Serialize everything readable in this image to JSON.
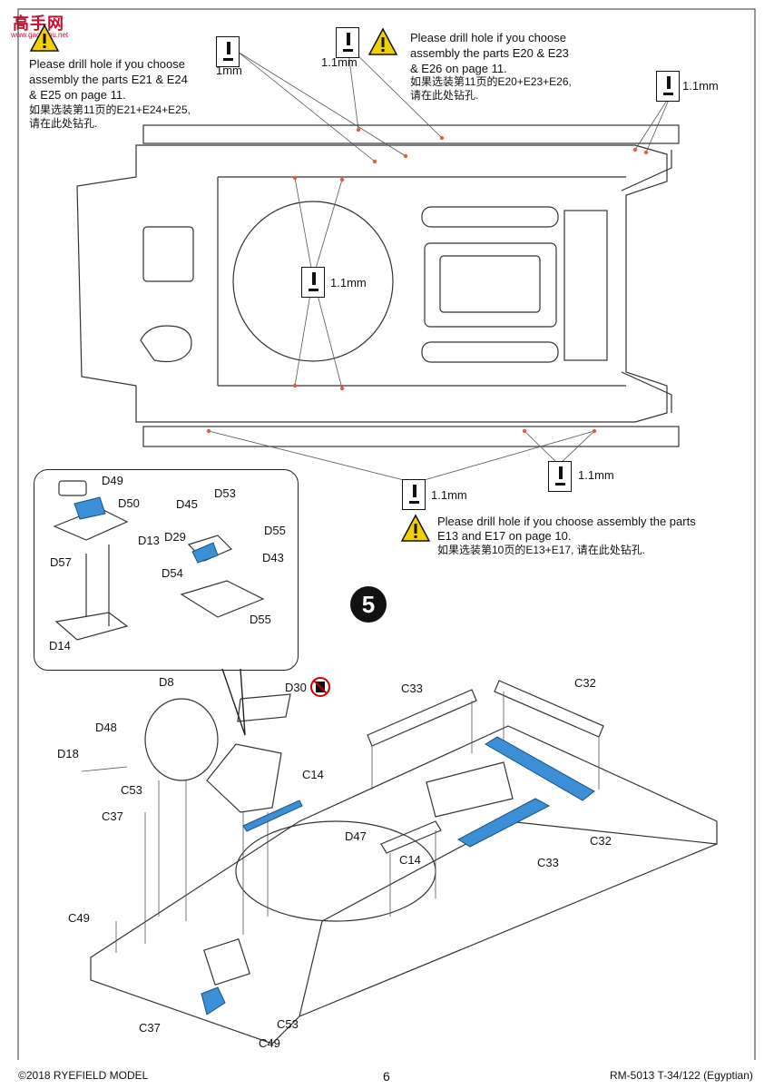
{
  "watermark": {
    "brand": "高手网",
    "url": "www.gaoshou.net"
  },
  "notes": {
    "left_en_1": "Please drill hole if you choose",
    "left_en_2": "assembly the parts E21 & E24",
    "left_en_3": "& E25 on page 11.",
    "left_cn_1": "如果选装第11页的E21+E24+E25,",
    "left_cn_2": "请在此处钻孔.",
    "right_en_1": "Please drill hole if you choose",
    "right_en_2": "assembly the parts E20 & E23",
    "right_en_3": "& E26 on page 11.",
    "right_cn_1": "如果选装第11页的E20+E23+E26,",
    "right_cn_2": "请在此处钻孔.",
    "bottom_en_1": "Please drill hole if you choose assembly the parts",
    "bottom_en_2": "E13 and E17 on page 10.",
    "bottom_cn": "如果选装第10页的E13+E17, 请在此处钻孔."
  },
  "drill_sizes": {
    "d1": "1mm",
    "d2": "1.1mm",
    "d3": "1.1mm",
    "d4": "1.1mm",
    "d5": "1.1mm",
    "d6": "1.1mm"
  },
  "step": "5",
  "parts": {
    "D49": "D49",
    "D50": "D50",
    "D13": "D13",
    "D57": "D57",
    "D14": "D14",
    "D53": "D53",
    "D45": "D45",
    "D29": "D29",
    "D55a": "D55",
    "D43": "D43",
    "D54": "D54",
    "D55b": "D55",
    "D8": "D8",
    "D48": "D48",
    "D18": "D18",
    "D30": "D30",
    "C33a": "C33",
    "C32a": "C32",
    "C14a": "C14",
    "C53a": "C53",
    "C37a": "C37",
    "D47": "D47",
    "C14b": "C14",
    "C33b": "C33",
    "C32b": "C32",
    "C49a": "C49",
    "C37b": "C37",
    "C53b": "C53",
    "C49b": "C49"
  },
  "footer": {
    "copyright": "©2018 RYEFIELD MODEL",
    "page": "6",
    "code": "RM-5013 T-34/122 (Egyptian)"
  },
  "colors": {
    "accent": "#3a8fd6",
    "warning": "#f2d000",
    "drill_mark": "#e06040"
  }
}
